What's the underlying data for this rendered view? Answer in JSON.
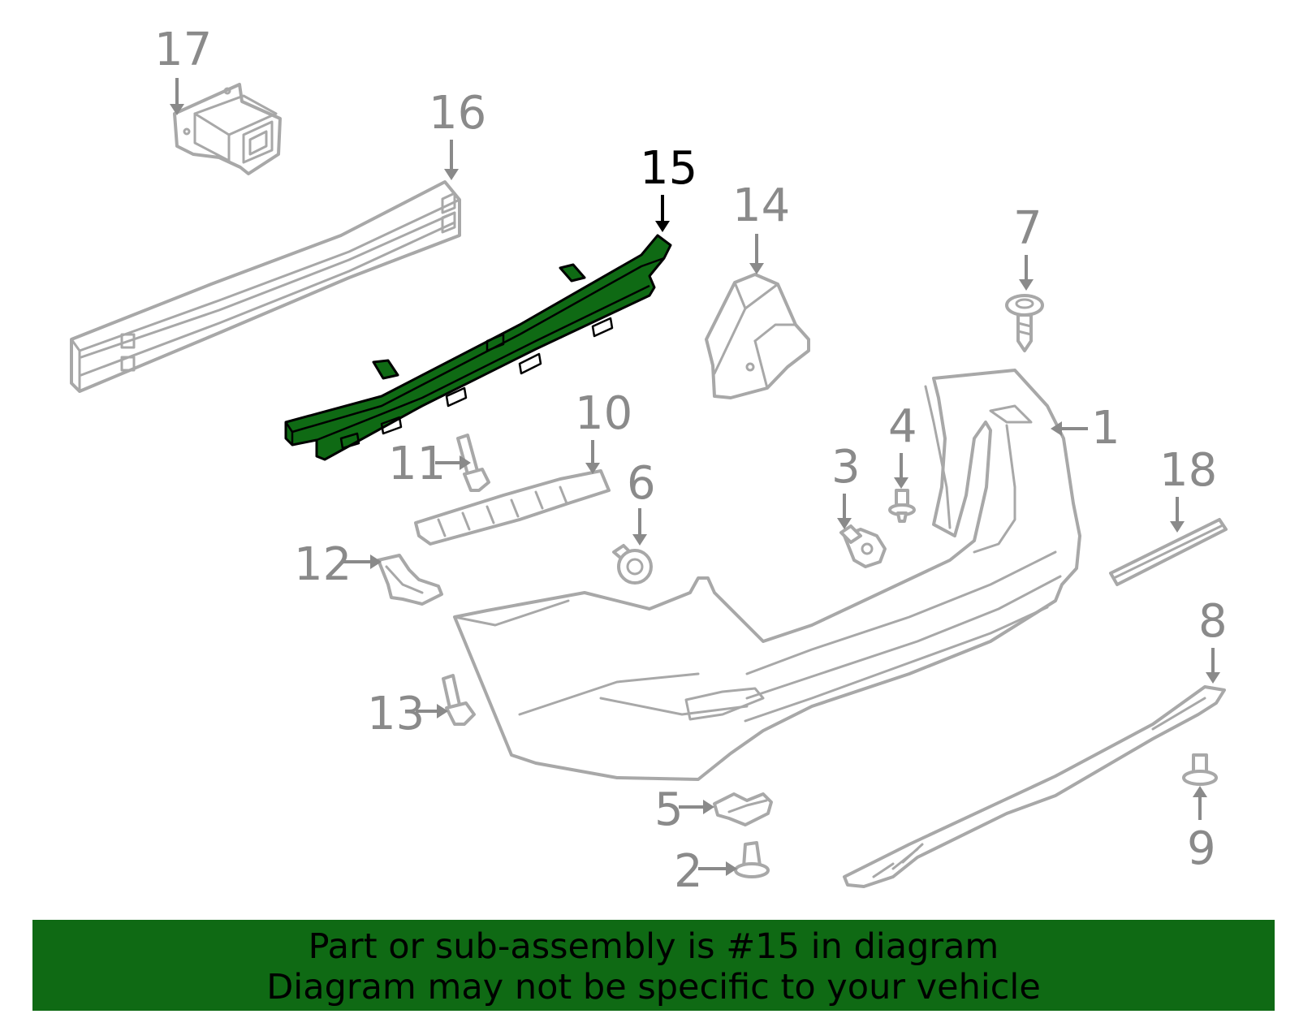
{
  "callouts": {
    "c1": "1",
    "c2": "2",
    "c3": "3",
    "c4": "4",
    "c5": "5",
    "c6": "6",
    "c7": "7",
    "c8": "8",
    "c9": "9",
    "c10": "10",
    "c11": "11",
    "c12": "12",
    "c13": "13",
    "c14": "14",
    "c15": "15",
    "c16": "16",
    "c17": "17",
    "c18": "18"
  },
  "highlighted_part": "15",
  "colors": {
    "highlight_fill": "#0f6a14",
    "banner_background": "#0f6a14",
    "part_outline": "#a8a8a8",
    "callout_text": "#8a8a8a",
    "active_callout_text": "#000000"
  },
  "banner": {
    "line1": "Part or sub-assembly is #15 in diagram",
    "line2": "Diagram may not be specific to your vehicle"
  }
}
